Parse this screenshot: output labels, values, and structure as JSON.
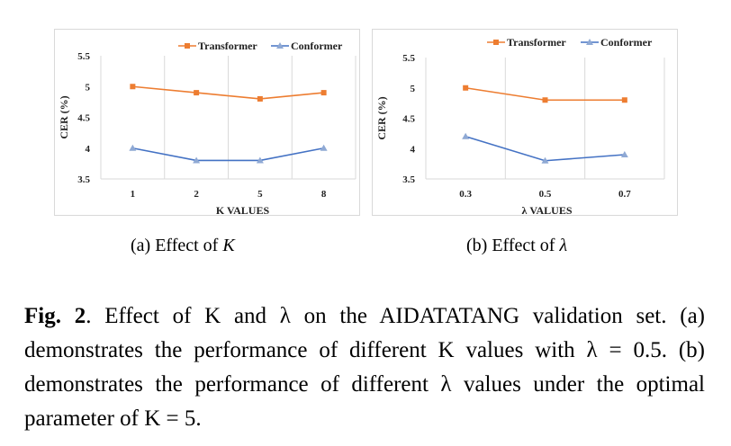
{
  "colors": {
    "transformer": "#ED7D31",
    "conformer": "#4472C4",
    "grid": "#D9D9D9",
    "frame": "#D9D9D9"
  },
  "chart_data": [
    {
      "type": "line",
      "x": [
        "1",
        "2",
        "5",
        "8"
      ],
      "xlabel": "K VALUES",
      "ylabel": "CER (%)",
      "ylim": [
        3.5,
        5.5
      ],
      "yticks": [
        "3.5",
        "4",
        "4.5",
        "5",
        "5.5"
      ],
      "grid": "vertical",
      "legend_position": "top",
      "series": [
        {
          "name": "Transformer",
          "values": [
            5.0,
            4.9,
            4.8,
            4.9
          ]
        },
        {
          "name": "Conformer",
          "values": [
            4.0,
            3.8,
            3.8,
            4.0
          ]
        }
      ]
    },
    {
      "type": "line",
      "x": [
        "0.3",
        "0.5",
        "0.7"
      ],
      "xlabel": "λ VALUES",
      "ylabel": "CER (%)",
      "ylim": [
        3.5,
        5.5
      ],
      "yticks": [
        "3.5",
        "4",
        "4.5",
        "5",
        "5.5"
      ],
      "grid": "vertical",
      "legend_position": "top-right",
      "series": [
        {
          "name": "Transformer",
          "values": [
            5.0,
            4.8,
            4.8
          ]
        },
        {
          "name": "Conformer",
          "values": [
            4.2,
            3.8,
            3.9
          ]
        }
      ]
    }
  ],
  "subcaptions": {
    "a_prefix": "(a) Effect of ",
    "a_symbol": "K",
    "b_prefix": "(b) Effect of ",
    "b_symbol": "λ"
  },
  "caption": {
    "label": "Fig. 2",
    "text": ". Effect of K and λ on the AIDATATANG validation set. (a) demonstrates the performance of different K values with λ = 0.5. (b) demonstrates the performance of different λ values under the optimal parameter of K = 5."
  }
}
